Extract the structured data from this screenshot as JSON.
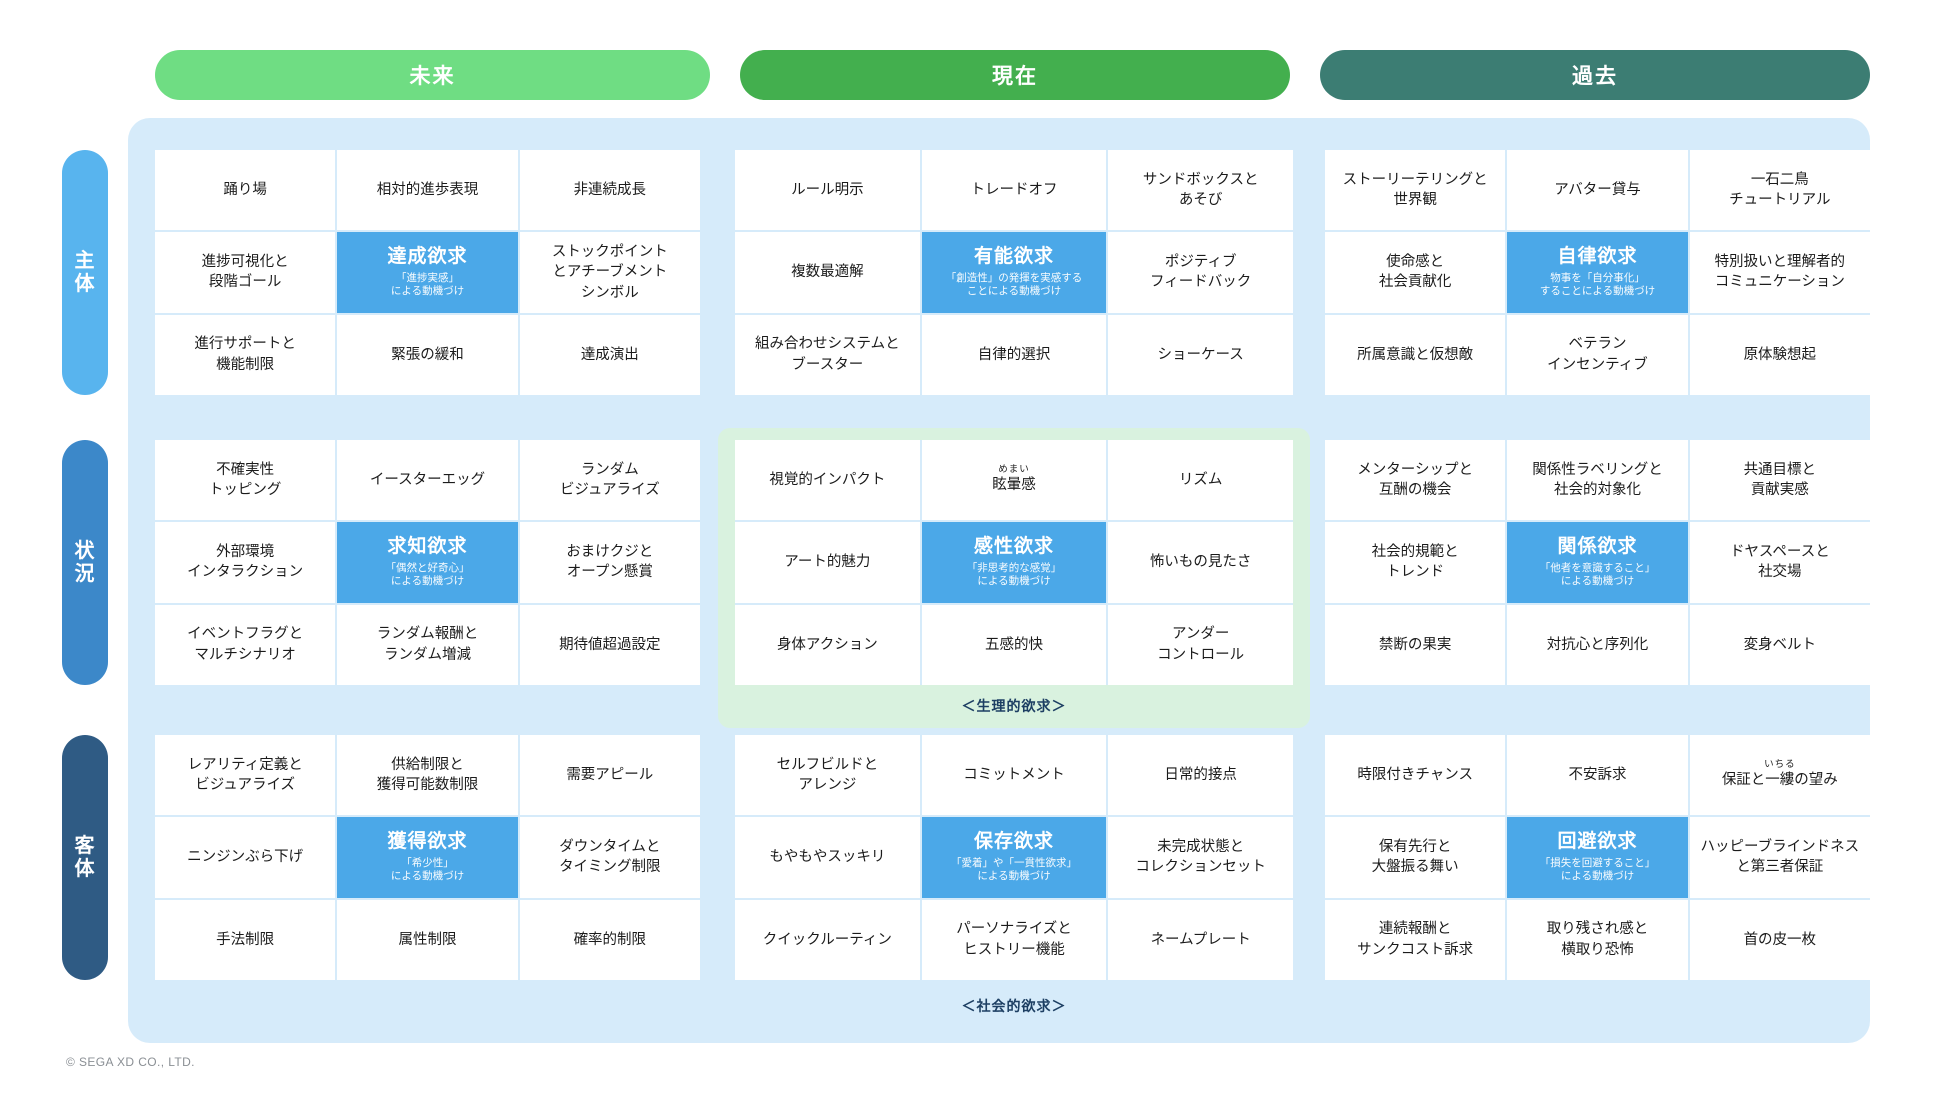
{
  "columns": [
    {
      "label": "未来",
      "color": "#6FDD83"
    },
    {
      "label": "現在",
      "color": "#43AF4E"
    },
    {
      "label": "過去",
      "color": "#3C7D73"
    }
  ],
  "rows": [
    {
      "label_line1": "主",
      "label_line2": "体",
      "color": "#58B4EE"
    },
    {
      "label_line1": "状",
      "label_line2": "況",
      "color": "#3C88C9"
    },
    {
      "label_line1": "客",
      "label_line2": "体",
      "color": "#2F5B84"
    }
  ],
  "highlight_color": "#4BA8E8",
  "panel_color": "#D6EBFA",
  "green_overlay_color": "#D9F2DF",
  "captions": {
    "physiological": "＜生理的欲求＞",
    "social": "＜社会的欲求＞"
  },
  "footer": "© SEGA XD CO., LTD.",
  "blocks": {
    "r0g0": [
      {
        "text": "踊り場"
      },
      {
        "text": "相対的進歩表現"
      },
      {
        "text": "非連続成長"
      },
      {
        "text": "進捗可視化と\n段階ゴール"
      },
      {
        "highlight": true,
        "title": "達成欲求",
        "sub": "「進捗実感」\nによる動機づけ"
      },
      {
        "text": "ストックポイント\nとアチーブメント\nシンボル"
      },
      {
        "text": "進行サポートと\n機能制限"
      },
      {
        "text": "緊張の緩和"
      },
      {
        "text": "達成演出"
      }
    ],
    "r0g1": [
      {
        "text": "ルール明示"
      },
      {
        "text": "トレードオフ"
      },
      {
        "text": "サンドボックスと\nあそび"
      },
      {
        "text": "複数最適解"
      },
      {
        "highlight": true,
        "title": "有能欲求",
        "sub": "「創造性」の発揮を実感する\nことによる動機づけ"
      },
      {
        "text": "ポジティブ\nフィードバック"
      },
      {
        "text": "組み合わせシステムと\nブースター"
      },
      {
        "text": "自律的選択"
      },
      {
        "text": "ショーケース"
      }
    ],
    "r0g2": [
      {
        "text": "ストーリーテリングと\n世界観"
      },
      {
        "text": "アバター貸与"
      },
      {
        "text": "一石二鳥\nチュートリアル"
      },
      {
        "text": "使命感と\n社会貢献化"
      },
      {
        "highlight": true,
        "title": "自律欲求",
        "sub": "物事を「自分事化」\nすることによる動機づけ"
      },
      {
        "text": "特別扱いと理解者的\nコミュニケーション"
      },
      {
        "text": "所属意識と仮想敵"
      },
      {
        "text": "ベテラン\nインセンティブ"
      },
      {
        "text": "原体験想起"
      }
    ],
    "r1g0": [
      {
        "text": "不確実性\nトッピング"
      },
      {
        "text": "イースターエッグ"
      },
      {
        "text": "ランダム\nビジュアライズ"
      },
      {
        "text": "外部環境\nインタラクション"
      },
      {
        "highlight": true,
        "title": "求知欲求",
        "sub": "「偶然と好奇心」\nによる動機づけ"
      },
      {
        "text": "おまけクジと\nオープン懸賞"
      },
      {
        "text": "イベントフラグと\nマルチシナリオ"
      },
      {
        "text": "ランダム報酬と\nランダム増減"
      },
      {
        "text": "期待値超過設定"
      }
    ],
    "r1g1": [
      {
        "text": "視覚的インパクト"
      },
      {
        "ruby": "めまい",
        "text": "眩暈感"
      },
      {
        "text": "リズム"
      },
      {
        "text": "アート的魅力"
      },
      {
        "highlight": true,
        "title": "感性欲求",
        "sub": "「非思考的な感覚」\nによる動機づけ"
      },
      {
        "text": "怖いもの見たさ"
      },
      {
        "text": "身体アクション"
      },
      {
        "text": "五感的快"
      },
      {
        "text": "アンダー\nコントロール"
      }
    ],
    "r1g2": [
      {
        "text": "メンターシップと\n互酬の機会"
      },
      {
        "text": "関係性ラベリングと\n社会的対象化"
      },
      {
        "text": "共通目標と\n貢献実感"
      },
      {
        "text": "社会的規範と\nトレンド"
      },
      {
        "highlight": true,
        "title": "関係欲求",
        "sub": "「他者を意識すること」\nによる動機づけ"
      },
      {
        "text": "ドヤスペースと\n社交場"
      },
      {
        "text": "禁断の果実"
      },
      {
        "text": "対抗心と序列化"
      },
      {
        "text": "変身ベルト"
      }
    ],
    "r2g0": [
      {
        "text": "レアリティ定義と\nビジュアライズ"
      },
      {
        "text": "供給制限と\n獲得可能数制限"
      },
      {
        "text": "需要アピール"
      },
      {
        "text": "ニンジンぶら下げ"
      },
      {
        "highlight": true,
        "title": "獲得欲求",
        "sub": "「希少性」\nによる動機づけ"
      },
      {
        "text": "ダウンタイムと\nタイミング制限"
      },
      {
        "text": "手法制限"
      },
      {
        "text": "属性制限"
      },
      {
        "text": "確率的制限"
      }
    ],
    "r2g1": [
      {
        "text": "セルフビルドと\nアレンジ"
      },
      {
        "text": "コミットメント"
      },
      {
        "text": "日常的接点"
      },
      {
        "text": "もやもやスッキリ"
      },
      {
        "highlight": true,
        "title": "保存欲求",
        "sub": "「愛着」や「一貫性欲求」\nによる動機づけ"
      },
      {
        "text": "未完成状態と\nコレクションセット"
      },
      {
        "text": "クイックルーティン"
      },
      {
        "text": "パーソナライズと\nヒストリー機能"
      },
      {
        "text": "ネームプレート"
      }
    ],
    "r2g2": [
      {
        "text": "時限付きチャンス"
      },
      {
        "text": "不安訴求"
      },
      {
        "ruby": "いちる",
        "text": "保証と一縷の望み"
      },
      {
        "text": "保有先行と\n大盤振る舞い"
      },
      {
        "highlight": true,
        "title": "回避欲求",
        "sub": "「損失を回避すること」\nによる動機づけ"
      },
      {
        "text": "ハッピーブラインドネス\nと第三者保証"
      },
      {
        "text": "連続報酬と\nサンクコスト訴求"
      },
      {
        "text": "取り残され感と\n横取り恐怖"
      },
      {
        "text": "首の皮一枚"
      }
    ]
  }
}
